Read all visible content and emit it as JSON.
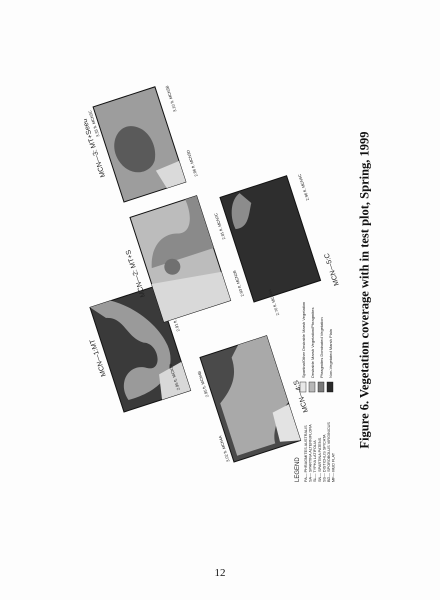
{
  "caption": "Figure 6.  Vegetation coverage with in test plot, Spring, 1999",
  "page_number": "12",
  "plots": [
    {
      "id": "p1",
      "label": "MCN—1:MT"
    },
    {
      "id": "p2",
      "label": "MCN—2:  MT+S"
    },
    {
      "id": "p3",
      "label": "MCN—3:  MT+Seed"
    },
    {
      "id": "p4",
      "label": "MCN—4:S"
    },
    {
      "id": "p5",
      "label": "MCN—5:C"
    }
  ],
  "legend": {
    "title": "LEGEND",
    "species": [
      "PA— PHRAGMITES AUSTRALIS",
      "SA— SPARTINA ALTERNIFLORA",
      "SL— TYPHA LATIFOLIA",
      "SN— SPARTINA PATENS",
      "SS— DISTICHLIS SPICATA",
      "BD— SPOROBOLUS VIRGINICUS",
      "MF— MUD FLAT"
    ],
    "classes": [
      "Spartina/Other Desirable Marsh Vegetation",
      "Desirable Marsh Vegetation/Phragmites",
      "Phragmites Dominated Vegetation",
      "Non-Vegetated Marsh Plain"
    ],
    "class_colors": [
      "#e8e8e8",
      "#b8b8b8",
      "#7a7a7a",
      "#2a2a2a"
    ]
  },
  "elevations": [
    "2.95 ft. MCN1B",
    "2.91 ft. MCN1C",
    "3.02 ft. MCN4A",
    "2.95 ft. MCN4B",
    "2.93 ft. MCN2B",
    "2.86 ft. MCN3D",
    "2.81 ft. MCN2C",
    "3.33 ft. MCN3C",
    "3.10 ft. MCN3B",
    "2.70 ft. MCN5A",
    "2.96 ft. MCN5C"
  ]
}
